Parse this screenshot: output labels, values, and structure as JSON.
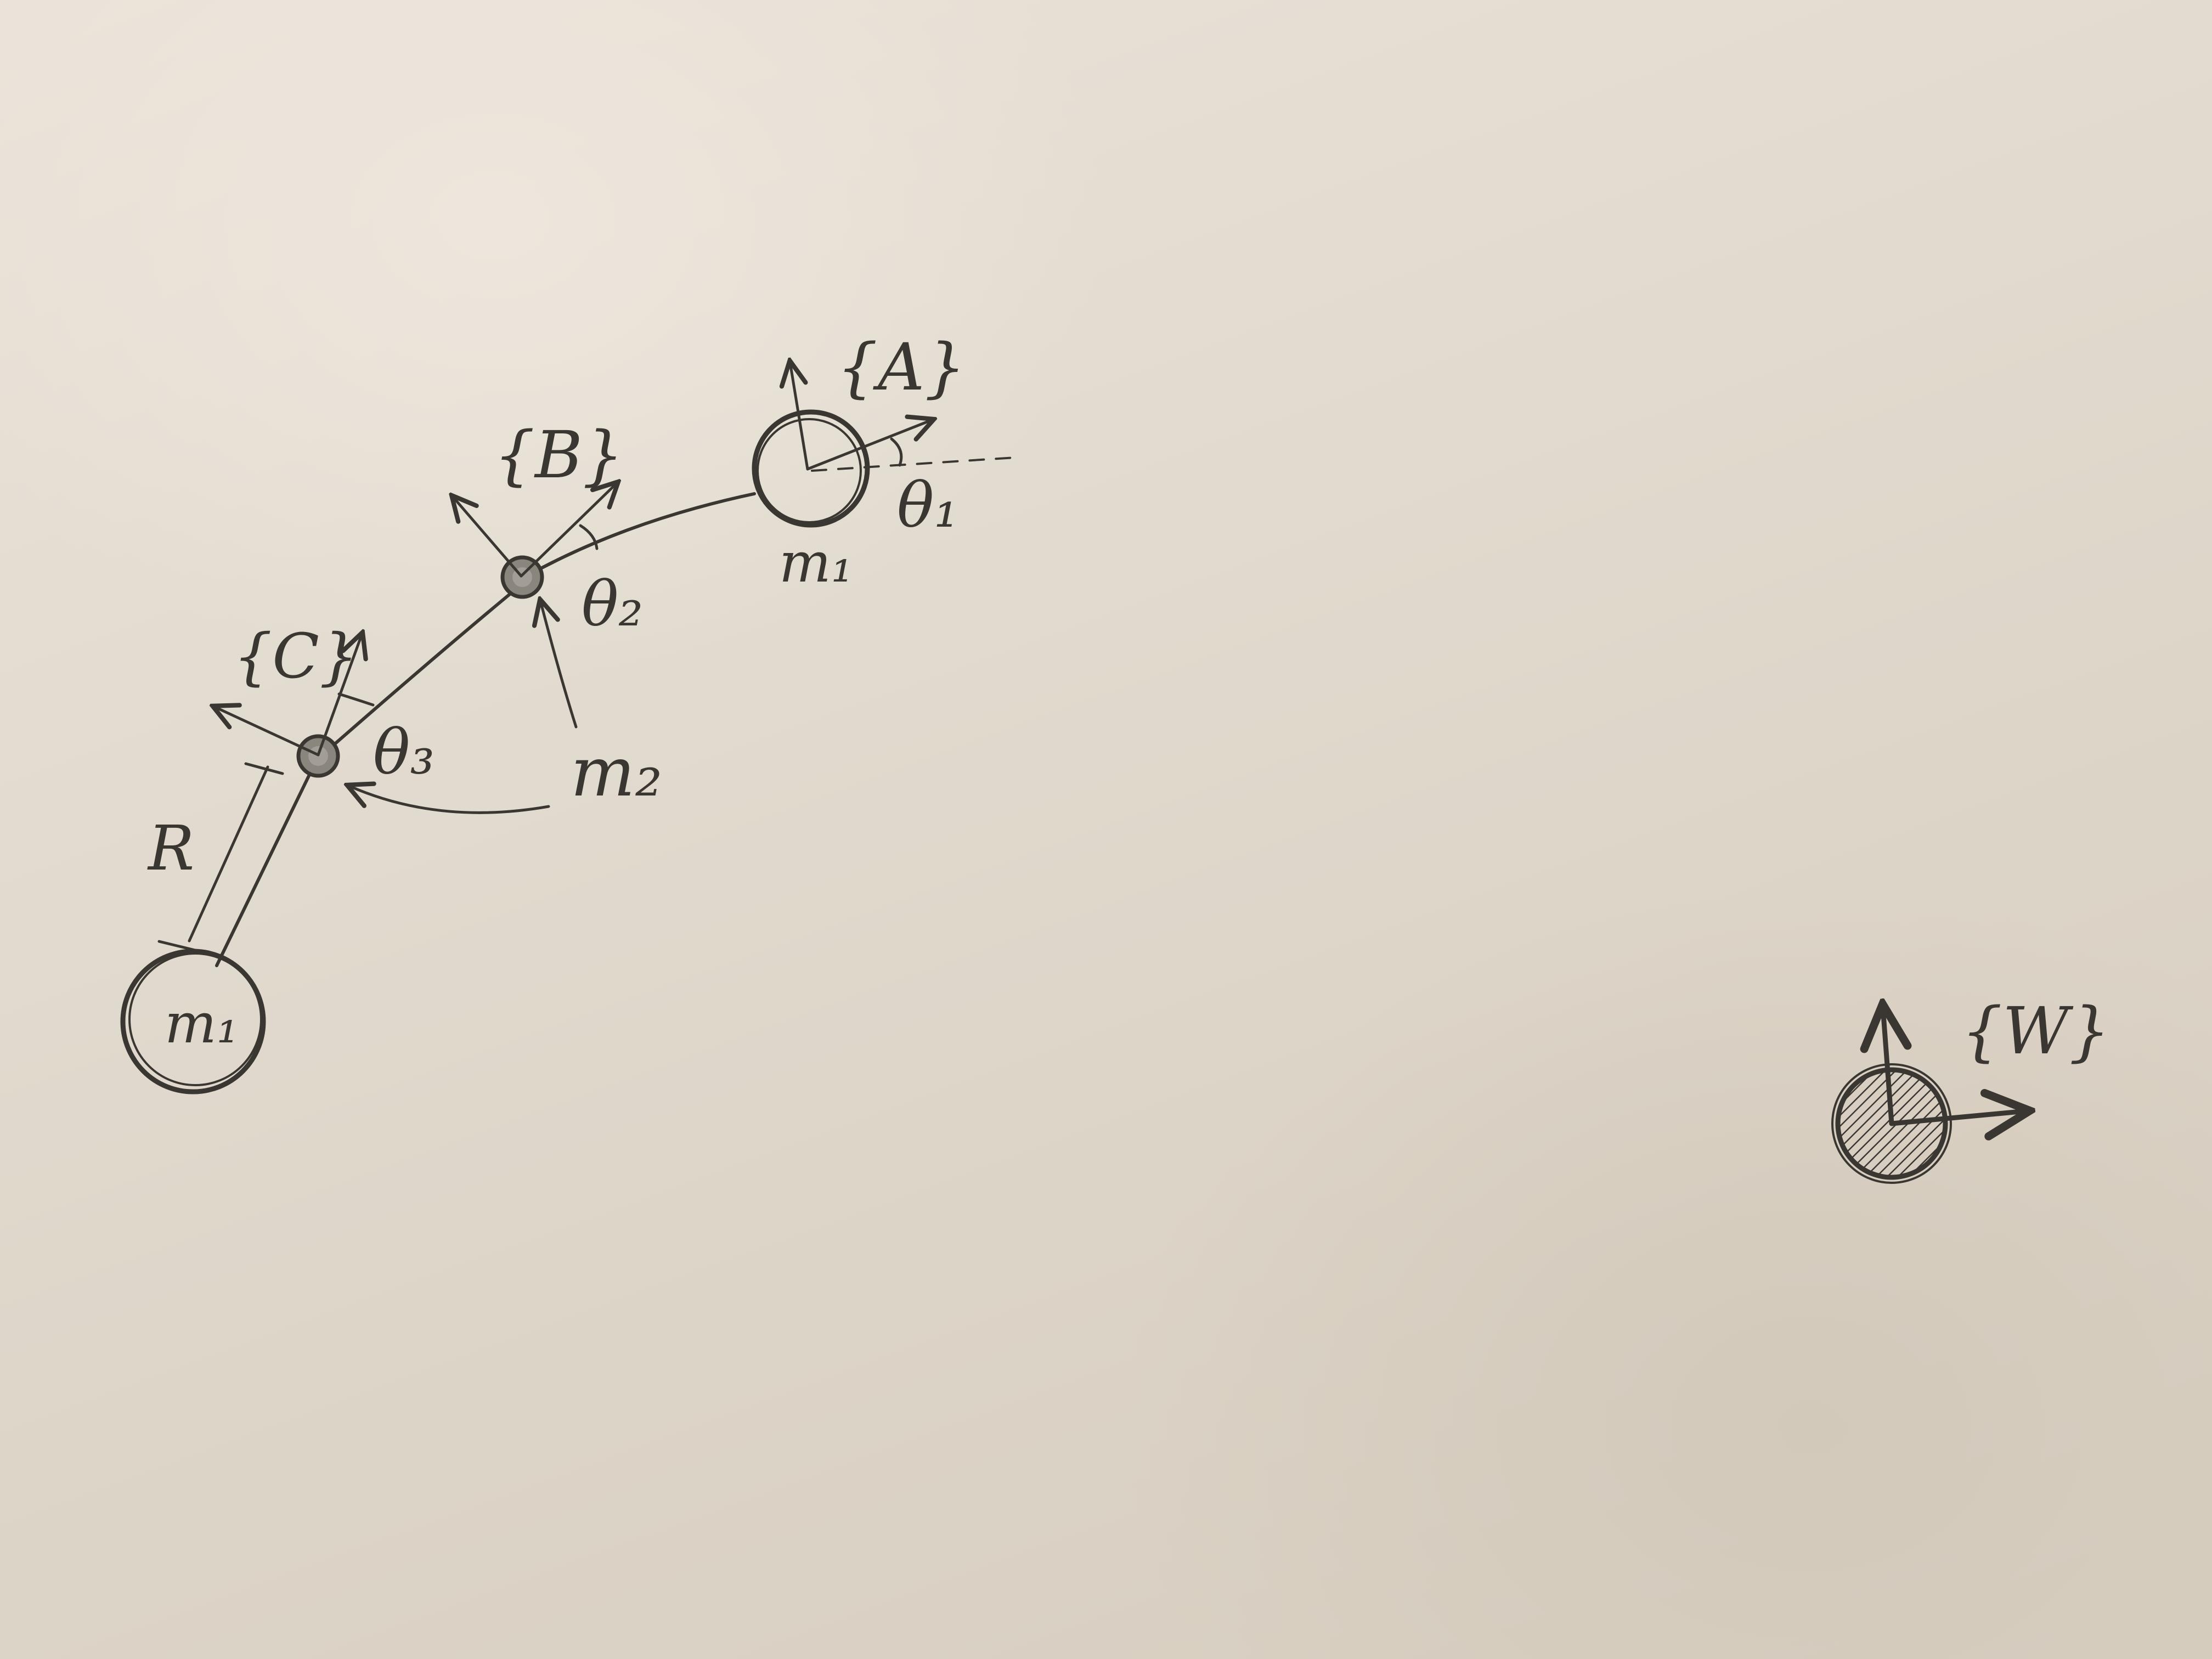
{
  "labels": {
    "frame_a": "{A}",
    "frame_b": "{B}",
    "frame_c": "{C}",
    "frame_w": "{W}",
    "theta_1": "θ₁",
    "theta_2": "θ₂",
    "theta_3": "θ₃",
    "mass_top": "m₁",
    "mass_joint": "m₂",
    "mass_end": "m₁",
    "length_r": "R"
  },
  "colors": {
    "ink": "#3a3733",
    "paper": "#e4ddd2",
    "joint_fill": "#8a857d"
  }
}
